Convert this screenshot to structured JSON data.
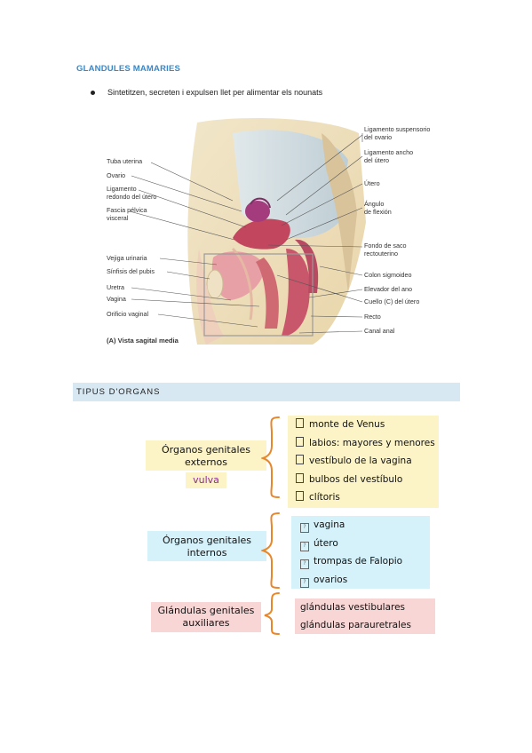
{
  "section_mamaries": {
    "heading": "GLANDULES MAMARIES",
    "bullet": "Sintetitzen, secreten i expulsen llet per alimentar els nounats"
  },
  "figure": {
    "labels_left": [
      "Tuba uterina",
      "Ovario",
      "Ligamento\nredondo del útero",
      "Fascia pélvica\nvisceral",
      "Vejiga urinaria",
      "Sínfisis del pubis",
      "Uretra",
      "Vagina",
      "Orificio vaginal"
    ],
    "labels_right": [
      "Ligamento suspensorio\ndel ovario",
      "Ligamento ancho\ndel útero",
      "Útero",
      "Ángulo\nde flexión",
      "Fondo de saco\nrectouterino",
      "Colon sigmoideo",
      "Elevador del ano",
      "Cuello (C) del útero",
      "Recto",
      "Canal anal"
    ],
    "caption": "(A) Vista sagital media"
  },
  "section_tipus": {
    "heading": "TIPUS D'ORGANS"
  },
  "diagram": {
    "externos": {
      "label": "Órganos genitales externos",
      "sublabel": "vulva",
      "items": [
        "monte de Venus",
        "labios: mayores y menores",
        "vestíbulo de la vagina",
        "bulbos del vestíbulo",
        "clítoris"
      ]
    },
    "internos": {
      "label": "Órganos genitales internos",
      "items": [
        "vagina",
        "útero",
        "trompas de Falopio",
        "ovarios"
      ]
    },
    "auxiliares": {
      "label": "Glándulas genitales auxiliares",
      "items": [
        "glándulas vestibulares",
        "glándulas parauretrales"
      ]
    },
    "colors": {
      "yellow": "#fcf3c6",
      "cyan": "#d5f1fa",
      "pink": "#f8d6d6",
      "brace": "#e8862a"
    }
  }
}
